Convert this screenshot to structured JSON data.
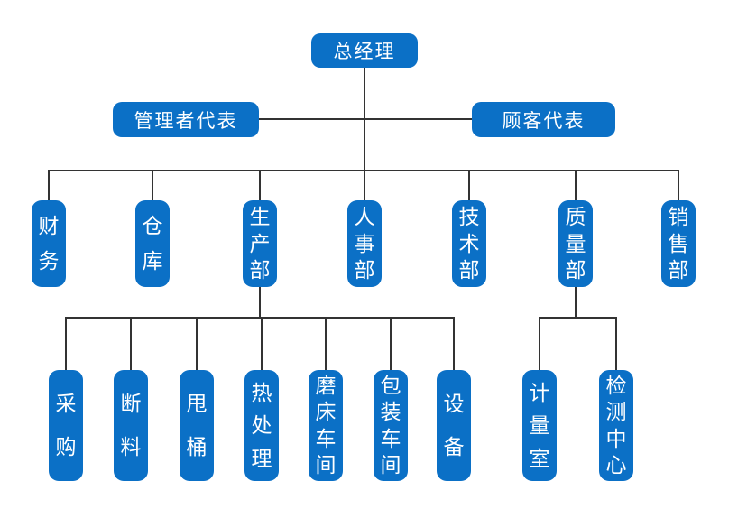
{
  "colors": {
    "node": "#0b70c6",
    "line": "#333333",
    "text": "#ffffff",
    "bg": "#ffffff"
  },
  "nodes": {
    "general_manager": {
      "label": "总经理"
    },
    "management_representative": {
      "label": "管理者代表"
    },
    "customer_representative": {
      "label": "顾客代表"
    },
    "finance": {
      "label": "财务"
    },
    "warehouse": {
      "label": "仓库"
    },
    "production_dept": {
      "label": "生产部"
    },
    "hr_dept": {
      "label": "人事部"
    },
    "technology_dept": {
      "label": "技术部"
    },
    "quality_dept": {
      "label": "质量部"
    },
    "sales_dept": {
      "label": "销售部"
    },
    "purchasing": {
      "label": "采购"
    },
    "material_cutting": {
      "label": "断料"
    },
    "barrel_tumbling": {
      "label": "甩桶"
    },
    "heat_treatment": {
      "label": "热处理"
    },
    "grinding_workshop": {
      "label": "磨床车间"
    },
    "packaging_workshop": {
      "label": "包装车间"
    },
    "equipment": {
      "label": "设备"
    },
    "measuring_room": {
      "label": "计量室"
    },
    "testing_center": {
      "label": "检测中心"
    }
  },
  "structure": {
    "general_manager_staff": [
      "management_representative",
      "customer_representative"
    ],
    "general_manager_children": [
      "finance",
      "warehouse",
      "production_dept",
      "hr_dept",
      "technology_dept",
      "quality_dept",
      "sales_dept"
    ],
    "production_dept_children": [
      "purchasing",
      "material_cutting",
      "barrel_tumbling",
      "heat_treatment",
      "grinding_workshop",
      "packaging_workshop",
      "equipment"
    ],
    "quality_dept_children": [
      "measuring_room",
      "testing_center"
    ]
  }
}
